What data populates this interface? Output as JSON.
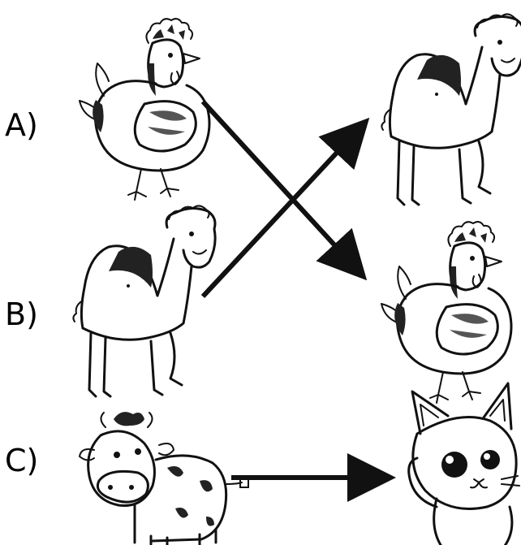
{
  "labels": {
    "a": "A)",
    "b": "B)",
    "c": "C)"
  },
  "left_column": [
    {
      "row": "A)",
      "icon": "rooster-icon"
    },
    {
      "row": "B)",
      "icon": "camel-icon"
    },
    {
      "row": "C)",
      "icon": "cow-icon"
    }
  ],
  "right_column": [
    {
      "icon": "camel-icon"
    },
    {
      "icon": "rooster-icon"
    },
    {
      "icon": "cat-icon"
    }
  ],
  "arrows": [
    {
      "from": "rooster-icon",
      "to": "rooster-icon",
      "direction": "down-right"
    },
    {
      "from": "camel-icon",
      "to": "camel-icon",
      "direction": "up-right"
    },
    {
      "from": "cow-icon",
      "to": "cat-icon",
      "direction": "right"
    }
  ],
  "colors": {
    "ink": "#111111",
    "background": "#ffffff"
  }
}
